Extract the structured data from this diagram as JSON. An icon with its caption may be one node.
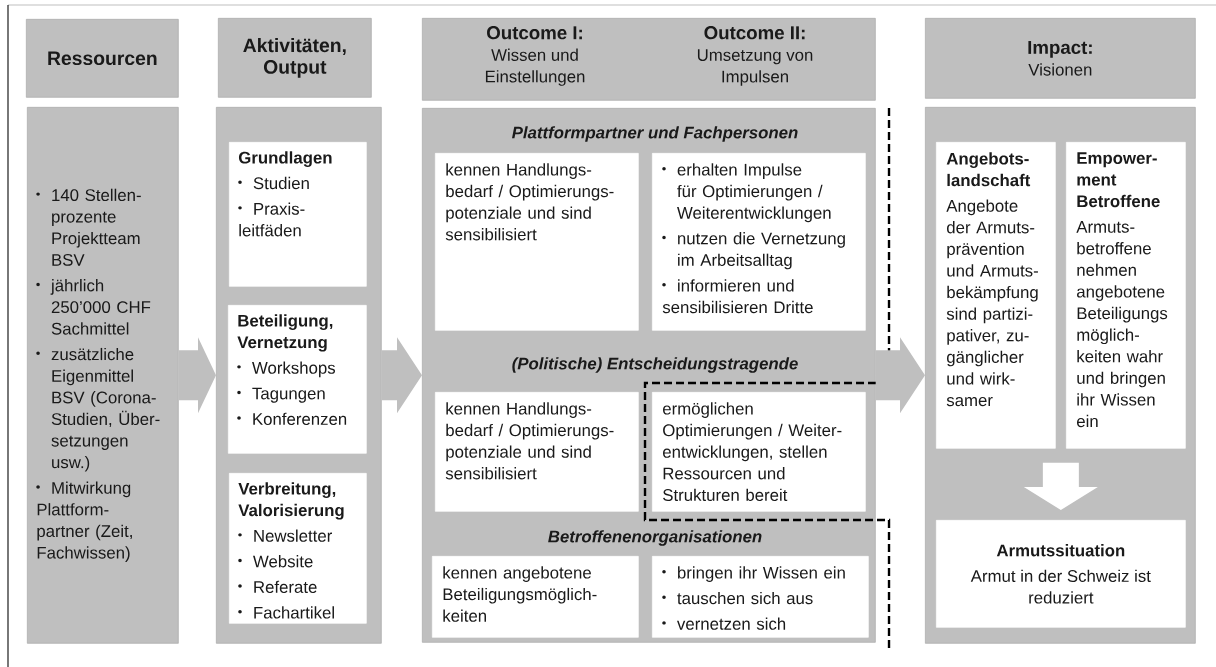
{
  "diagram": {
    "nodes": [
      {
        "text": [
          "Ressourcen"
        ]
      },
      {
        "text": [
          "Aktivitäten, Output"
        ]
      },
      {
        "text": [
          "Outcome I:",
          "Wissen und Einstellungen",
          "Outcome II:",
          "Umsetzung von Impulsen"
        ]
      },
      {
        "text": [
          "Impact:",
          "Visionen"
        ]
      },
      {
        "text": [
          "140 Stellen- prozente Projektteam BSV",
          "jährlich 250’000 CHF Sachmittel",
          "zusätzliche Eigenmittel BSV (Corona-Studien, Über- setzungen usw.)",
          "Mitwirkung Plattform- partner (Zeit, Fachwissen)"
        ]
      },
      {
        "text": [],
        "shape": "box"
      },
      {
        "text": [
          "Grundlagen",
          "Studien",
          "Praxis- leitfäden"
        ],
        "in": 5
      },
      {
        "text": [
          "Beteiligung, Vernetzung",
          "Workshops",
          "Tagungen",
          "Konferenzen"
        ],
        "in": 5
      },
      {
        "text": [
          "Verbreitung, Valorisierung",
          "Newsletter",
          "Website",
          "Referate",
          "Fachartikel"
        ],
        "in": 5
      },
      {
        "text": [
          "Plattformpartner und Fachpersonen",
          "(Politische) Entscheidungstragende",
          "Betroffenenorganisationen"
        ]
      },
      {
        "text": [
          "kennen Handlungs- bedarf / Optimierungs- potenziale und sind sensibilisiert"
        ],
        "in": 9
      },
      {
        "text": [
          "erhalten Impulse für Optimierungen / Weiterentwicklungen",
          "nutzen die Vernetzung im Arbeitsalltag",
          "informieren und sensibilisieren Dritte"
        ],
        "in": 9
      },
      {
        "text": [
          "kennen Handlungs- bedarf / Optimierungs- potenziale und sind sensibilisiert"
        ],
        "in": 9
      },
      {
        "text": [
          "ermöglichen Optimierungen / Weiter- entwicklungen, stellen Ressourcen und Strukturen bereit"
        ],
        "in": 9
      },
      {
        "text": [
          "kennen angebotene Beteiligungsmöglich- keiten"
        ],
        "in": 9
      },
      {
        "text": [
          "bringen ihr Wissen ein",
          "tauschen sich aus",
          "vernetzen sich"
        ],
        "in": 9
      },
      {
        "text": [],
        "shape": "box"
      },
      {
        "text": [
          "Angebots- landschaft",
          "Angebote der Armuts- prävention und Armuts- bekämpfung sind partizi- pativer, zu- gänglicher und wirk- samer"
        ],
        "in": 16
      },
      {
        "text": [
          "Empower- ment Betroffene",
          "Armuts- betroffene nehmen angebotene Beteiligungs möglich- keiten wahr und bringen ihr Wissen ein"
        ],
        "in": 16
      },
      {
        "text": [
          "Armutssituation",
          "Armut in der Schweiz ist reduziert"
        ],
        "in": 16
      }
    ],
    "edges": [
      {
        "from": 4,
        "to": 5,
        "arrow": "to"
      },
      {
        "from": 5,
        "to": 9,
        "arrow": "to"
      },
      {
        "from": 9,
        "to": 16,
        "arrow": "to"
      },
      {
        "from": 17,
        "to": 19,
        "arrow": "to",
        "color": "#ffffff"
      },
      {
        "from": 18,
        "to": 19,
        "arrow": "to",
        "color": "#ffffff"
      }
    ]
  }
}
